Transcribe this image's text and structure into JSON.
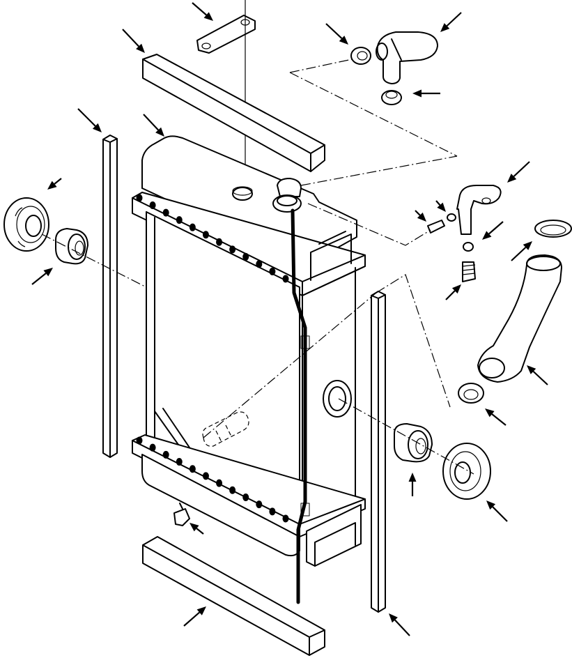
{
  "figure": {
    "colors": {
      "ink": "#000000",
      "paper": "#ffffff"
    },
    "parts": [
      "top-bracket",
      "top-seal-bar",
      "radiator-core",
      "left-seal-strip",
      "right-seal-strip",
      "bottom-seal-bar",
      "left-cover-plate",
      "left-grommet",
      "right-cover-plate",
      "right-grommet",
      "filler-neck",
      "filler-neck-clamp",
      "filler-cap",
      "overflow-tube",
      "tube-fitting",
      "tube-nut",
      "tube-clip",
      "spring-clip",
      "upper-hose",
      "upper-hose-clamp",
      "lower-hose-clamp",
      "drain-cock",
      "outlet-pipe"
    ],
    "callout_arrows": 24
  }
}
